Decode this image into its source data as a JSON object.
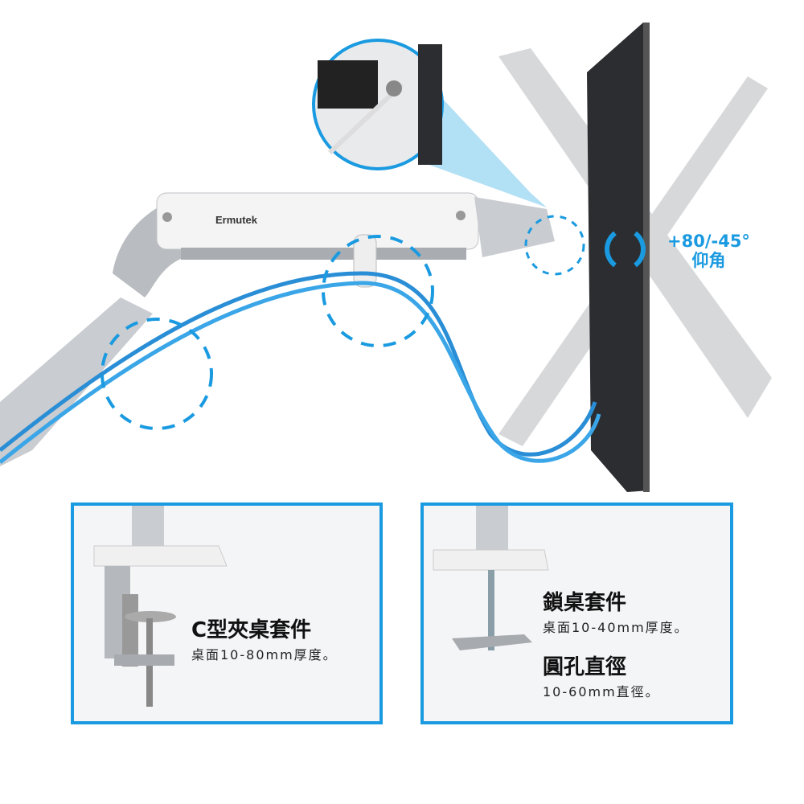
{
  "product": {
    "brand": "Ermutek",
    "tilt_label": "+80/-45°",
    "tilt_caption": "仰角"
  },
  "clamp_kit": {
    "title": "C型夾桌套件",
    "spec": "桌面10-80mm厚度。"
  },
  "grommet_kit": {
    "title": "鎖桌套件",
    "spec": "桌面10-40mm厚度。",
    "hole_title": "圓孔直徑",
    "hole_spec": "10-60mm直徑。"
  },
  "colors": {
    "accent": "#1a9ae0",
    "arm": "#c9ccd0",
    "monitor": "#2b2d30"
  }
}
